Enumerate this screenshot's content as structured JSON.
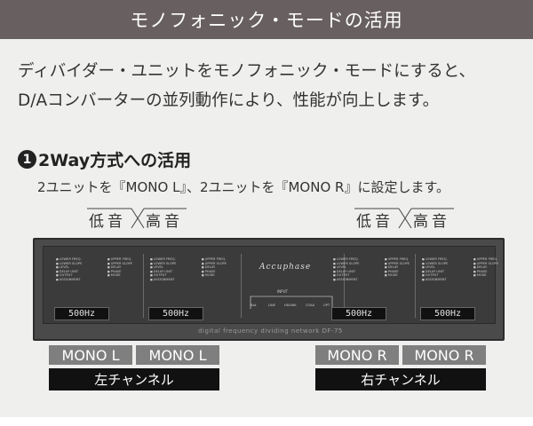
{
  "header": {
    "title": "モノフォニック・モードの活用"
  },
  "intro": {
    "line1": "ディバイダー・ユニットをモノフォニック・モードにすると、",
    "line2": "D/Aコンバーターの並列動作により、性能が向上します。"
  },
  "section": {
    "number": "1",
    "title": "2Way方式への活用",
    "subtitle": "2ユニットを『MONO L』、2ユニットを『MONO R』に設定します。"
  },
  "band_labels": {
    "low": "低音",
    "high": "高音"
  },
  "device": {
    "brand": "Accuphase",
    "caption": "digital frequency dividing network DF-75",
    "module_labels_left": [
      "LOWER FREQ.",
      "LOWER SLOPE",
      "LEVEL",
      "DELAY UNIT",
      "OUTPUT",
      "ASSIGNMENT"
    ],
    "module_labels_right": [
      "UPPER FREQ.",
      "UPPER SLOPE",
      "DELAY",
      "PHASE",
      "MODE"
    ],
    "displays": [
      "500Hz",
      "500Hz",
      "500Hz",
      "500Hz"
    ],
    "input_label": "INPUT",
    "input_selectors": [
      "BAL",
      "LINE",
      "HDLINK",
      "COAX",
      "OPT"
    ]
  },
  "outputs": {
    "left": {
      "units": [
        "MONO L",
        "MONO L"
      ],
      "channel": "左チャンネル"
    },
    "right": {
      "units": [
        "MONO R",
        "MONO R"
      ],
      "channel": "右チャンネル"
    }
  },
  "colors": {
    "banner": "#686060",
    "panel": "#efefed",
    "device": "#4a4a4a",
    "mono_box": "#7f7f7f",
    "channel_bar": "#111111"
  }
}
